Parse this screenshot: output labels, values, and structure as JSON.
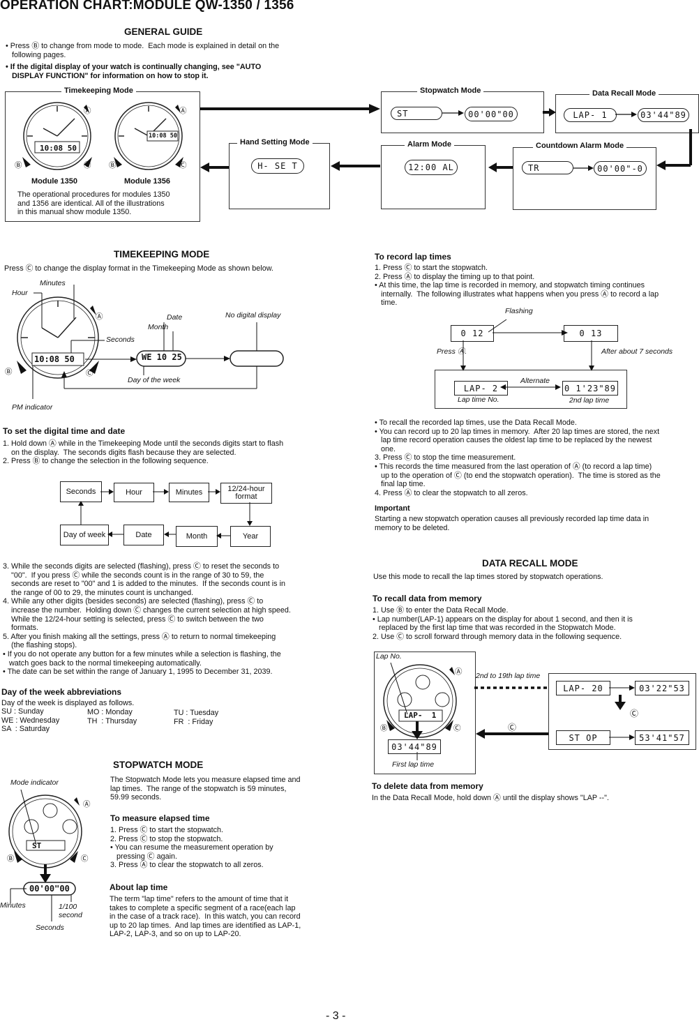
{
  "title": "OPERATION CHART:MODULE QW-1350 / 1356",
  "general": {
    "heading": "GENERAL GUIDE",
    "bullet1": "• Press Ⓑ to change from mode to mode.  Each mode is explained in detail on the\n   following pages.",
    "bullet2": "• If the digital display of your watch is continually changing, see \"AUTO\n   DISPLAY FUNCTION\" for information on how to stop it.",
    "timekeeping_mode": "Timekeeping Mode",
    "module1350": "Module 1350",
    "module1356": "Module 1356",
    "module_note": "The operational procedures for modules 1350\nand 1356 are identical. All of the illustrations\nin this manual show module 1350.",
    "watch_time1": "10:08 50",
    "watch_time2": "10:08 50",
    "stopwatch_mode": "Stopwatch Mode",
    "stopwatch_lcd1": "ST",
    "stopwatch_lcd2": "00'00\"00",
    "data_recall_mode": "Data Recall Mode",
    "recall_lcd1": "LAP-  1",
    "recall_lcd2": "03'44\"89",
    "hand_setting_mode": "Hand Setting Mode",
    "hand_lcd": "H- SE T",
    "alarm_mode": "Alarm Mode",
    "alarm_lcd": "12:00 AL",
    "countdown_mode": "Countdown Alarm Mode",
    "countdown_lcd1": "TR",
    "countdown_lcd2": "00'00\"-0"
  },
  "timekeeping": {
    "heading": "TIMEKEEPING MODE",
    "intro": "Press Ⓒ to change the display format in the Timekeeping Mode as shown below.",
    "lbl_minutes": "Minutes",
    "lbl_hour": "Hour",
    "lbl_date": "Date",
    "lbl_month": "Month",
    "lbl_seconds": "Seconds",
    "lbl_nodigital": "No digital display",
    "lbl_dayofweek": "Day of the week",
    "lbl_pm": "PM indicator",
    "lcd_time": "10:08 50",
    "lcd_date": "WE  10 25",
    "set_heading": "To set the digital time and date",
    "set_steps": "1. Hold down Ⓐ while in the Timekeeping Mode until the seconds digits start to flash\n    on the display.  The seconds digits flash because they are selected.\n2. Press Ⓑ to change the selection in the following sequence.",
    "seq": {
      "seconds": "Seconds",
      "hour": "Hour",
      "minutes": "Minutes",
      "format": "12/24-hour\nformat",
      "dayofweek": "Day of week",
      "date": "Date",
      "month": "Month",
      "year": "Year"
    },
    "steps2": "3. While the seconds digits are selected (flashing), press Ⓒ to reset the seconds to\n    \"00\".  If you press Ⓒ while the seconds count is in the range of 30 to 59, the\n    seconds are reset to \"00\" and 1 is added to the minutes.  If the seconds count is in\n    the range of 00 to 29, the minutes count is unchanged.\n4. While any other digits (besides seconds) are selected (flashing), press Ⓒ to\n    increase the number.  Holding down Ⓒ changes the current selection at high speed.\n    While the 12/24-hour setting is selected, press Ⓒ to switch between the two\n    formats.\n5. After you finish making all the settings, press Ⓐ to return to normal timekeeping\n    (the flashing stops).\n• If you do not operate any button for a few minutes while a selection is flashing, the\n   watch goes back to the normal timekeeping automatically.\n• The date can be set within the range of January 1, 1995 to December 31, 2039.",
    "dow_heading": "Day of the week abbreviations",
    "dow_intro": "Day of the week is displayed as follows.",
    "dow_col1": "SU : Sunday\nWE : Wednesday\nSA  : Saturday",
    "dow_col2": "MO : Monday\nTH  : Thursday",
    "dow_col3": "TU : Tuesday\nFR  : Friday"
  },
  "stopwatch": {
    "heading": "STOPWATCH MODE",
    "lbl_mode": "Mode indicator",
    "lcd_st": "ST",
    "lcd_time": "00'00\"00",
    "lbl_minutes": "Minutes",
    "lbl_100": "1/100\nsecond",
    "lbl_seconds": "Seconds",
    "intro": "The Stopwatch Mode lets you measure elapsed time and\nlap times.  The range of the stopwatch is 59 minutes,\n59.99 seconds.",
    "measure_heading": "To measure elapsed time",
    "measure_steps": "1. Press Ⓒ to start the stopwatch.\n2. Press Ⓒ to stop the stopwatch.\n• You can resume the measurement operation by\n   pressing Ⓒ again.\n3. Press Ⓐ to clear the stopwatch to all zeros.",
    "about_heading": "About lap time",
    "about_text": "The term \"lap time\" refers to the amount of time that it\ntakes to complete a specific segment of a race(each lap\nin the case of a track race).  In this watch, you can record\nup to 20 lap times.  And lap times are identified as LAP-1,\nLAP-2, LAP-3, and so on up to LAP-20."
  },
  "lap": {
    "heading": "To record lap times",
    "steps": "1. Press Ⓒ to start the stopwatch.\n2. Press Ⓐ to display the timing up to that point.\n• At this time, the lap time is recorded in memory, and stopwatch timing continues\n   internally.  The following illustrates what happens when you press Ⓐ to record a lap\n   time.",
    "lbl_flashing": "Flashing",
    "lcd_012": "0 12",
    "lcd_013": "0 13",
    "lbl_press_a": "Press Ⓐ.",
    "lbl_after7": "After about 7 seconds",
    "lbl_alternate": "Alternate",
    "lcd_lap2": "LAP-  2",
    "lcd_laptime": "0 1'23\"89",
    "lbl_lapno": "Lap time No.",
    "lbl_2nd": "2nd lap time",
    "notes": "• To recall the recorded lap times, use the Data Recall Mode.\n• You can record up to 20 lap times in memory.  After 20 lap times are stored, the next\n   lap time record operation causes the oldest lap time to be replaced by the newest\n   one.\n3. Press Ⓒ to stop the time measurement.\n• This records the time measured from the last operation of Ⓐ (to record a lap time)\n   up to the operation of Ⓒ (to end the stopwatch operation).  The time is stored as the\n   final lap time.\n4. Press Ⓐ to clear the stopwatch to all zeros.",
    "important_heading": "Important",
    "important_text": "Starting a new stopwatch operation causes all previously recorded lap time data in\nmemory to be deleted."
  },
  "recall": {
    "heading": "DATA RECALL MODE",
    "intro": "Use this mode to recall the lap times stored by stopwatch operations.",
    "sub_heading": "To recall data from memory",
    "steps": "1. Use Ⓑ to enter the Data Recall Mode.\n• Lap number(LAP-1) appears on the display for about 1 second, and then it is\n   replaced by the first lap time that was recorded in the Stopwatch Mode.\n2. Use Ⓒ to scroll forward through memory data in the following sequence.",
    "lbl_lapno": "Lap No.",
    "lbl_2nd19th": "2nd to 19th lap time",
    "lcd_lap1": "LAP-  1",
    "lcd_first": "03'44\"89",
    "lbl_first": "First lap time",
    "lcd_lap20": "LAP- 20",
    "lcd_lap20time": "03'22\"53",
    "lcd_stop": "ST OP",
    "lcd_stoptime": "53'41\"57",
    "c_symbol": "Ⓒ",
    "delete_heading": "To delete data from memory",
    "delete_text": "In the Data Recall Mode, hold down Ⓐ until the display shows \"LAP --\"."
  },
  "page_number": "- 3 -"
}
